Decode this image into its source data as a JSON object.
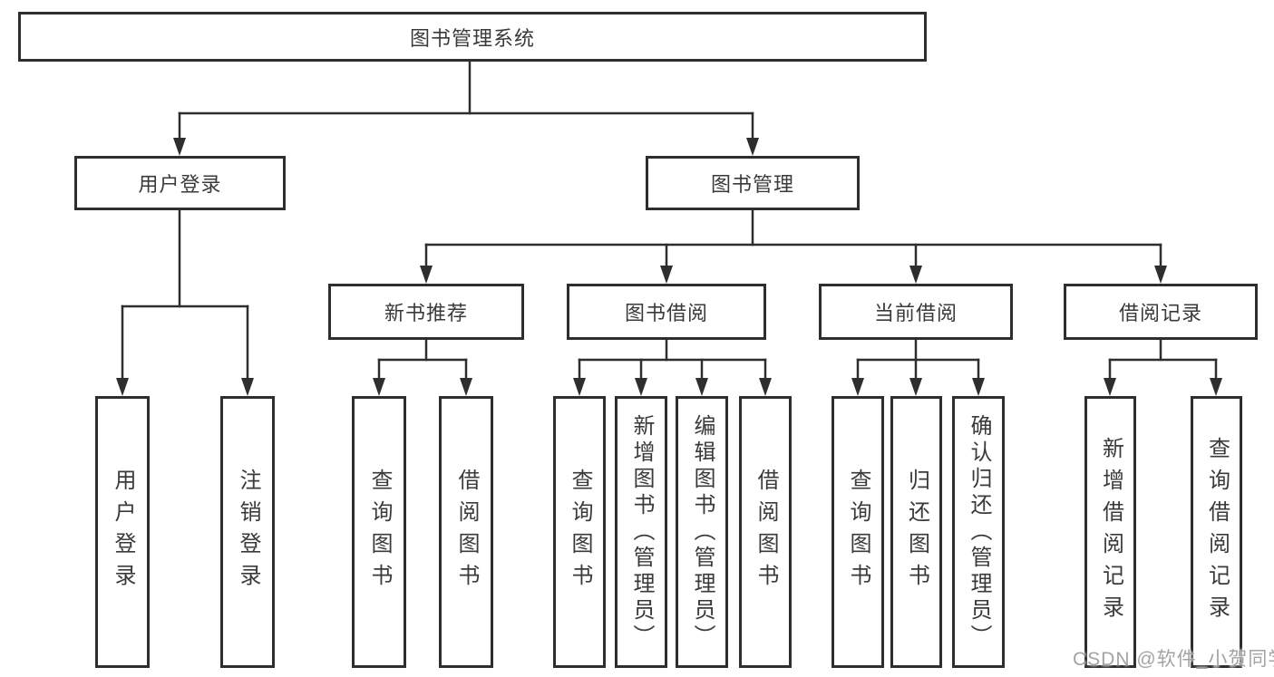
{
  "tree": {
    "label": "图书管理系统",
    "children": [
      {
        "label": "用户登录",
        "children": [
          {
            "label": "用户登录"
          },
          {
            "label": "注销登录"
          }
        ]
      },
      {
        "label": "图书管理",
        "children": [
          {
            "label": "新书推荐",
            "children": [
              {
                "label": "查询图书"
              },
              {
                "label": "借阅图书"
              }
            ]
          },
          {
            "label": "图书借阅",
            "children": [
              {
                "label": "查询图书"
              },
              {
                "label": "新增图书（管理员）"
              },
              {
                "label": "编辑图书（管理员）"
              },
              {
                "label": "借阅图书"
              }
            ]
          },
          {
            "label": "当前借阅",
            "children": [
              {
                "label": "查询图书"
              },
              {
                "label": "归还图书"
              },
              {
                "label": "确认归还（管理员）"
              }
            ]
          },
          {
            "label": "借阅记录",
            "children": [
              {
                "label": "新增借阅记录"
              },
              {
                "label": "查询借阅记录"
              }
            ]
          }
        ]
      }
    ]
  },
  "watermark": {
    "text": "CSDN @软件_小贺同学"
  },
  "colors": {
    "line": "#2e2e2e",
    "text": "#3a3a3a",
    "box_background": "#ffffff",
    "page_background": "#ffffff",
    "watermark": "#9e9e9e"
  }
}
